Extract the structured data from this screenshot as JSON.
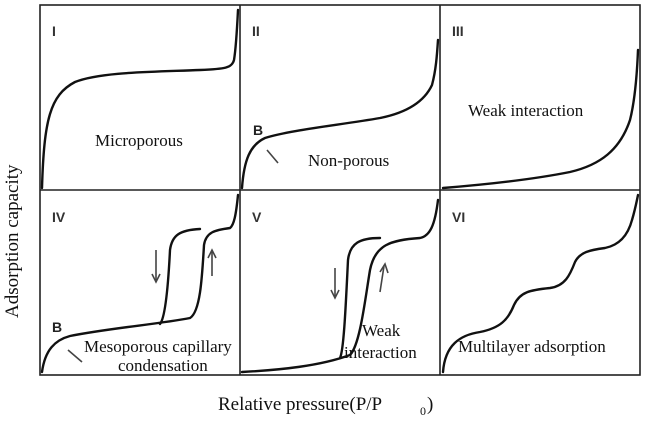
{
  "figure": {
    "y_axis_title": "Adsorption capacity",
    "x_axis_title": "Relative pressure(P/P",
    "x_axis_subscript": "0",
    "x_axis_close": ")"
  },
  "panels": [
    {
      "id": "I",
      "label": "Microporous"
    },
    {
      "id": "II",
      "label": "Non-porous",
      "point_label": "B"
    },
    {
      "id": "III",
      "label": "Weak interaction"
    },
    {
      "id": "IV",
      "label_line1": "Mesoporous capillary",
      "label_line2": "condensation",
      "point_label": "B"
    },
    {
      "id": "V",
      "label_line1": "Weak",
      "label_line2": "interaction"
    },
    {
      "id": "VI",
      "label": "Multilayer adsorption"
    }
  ]
}
